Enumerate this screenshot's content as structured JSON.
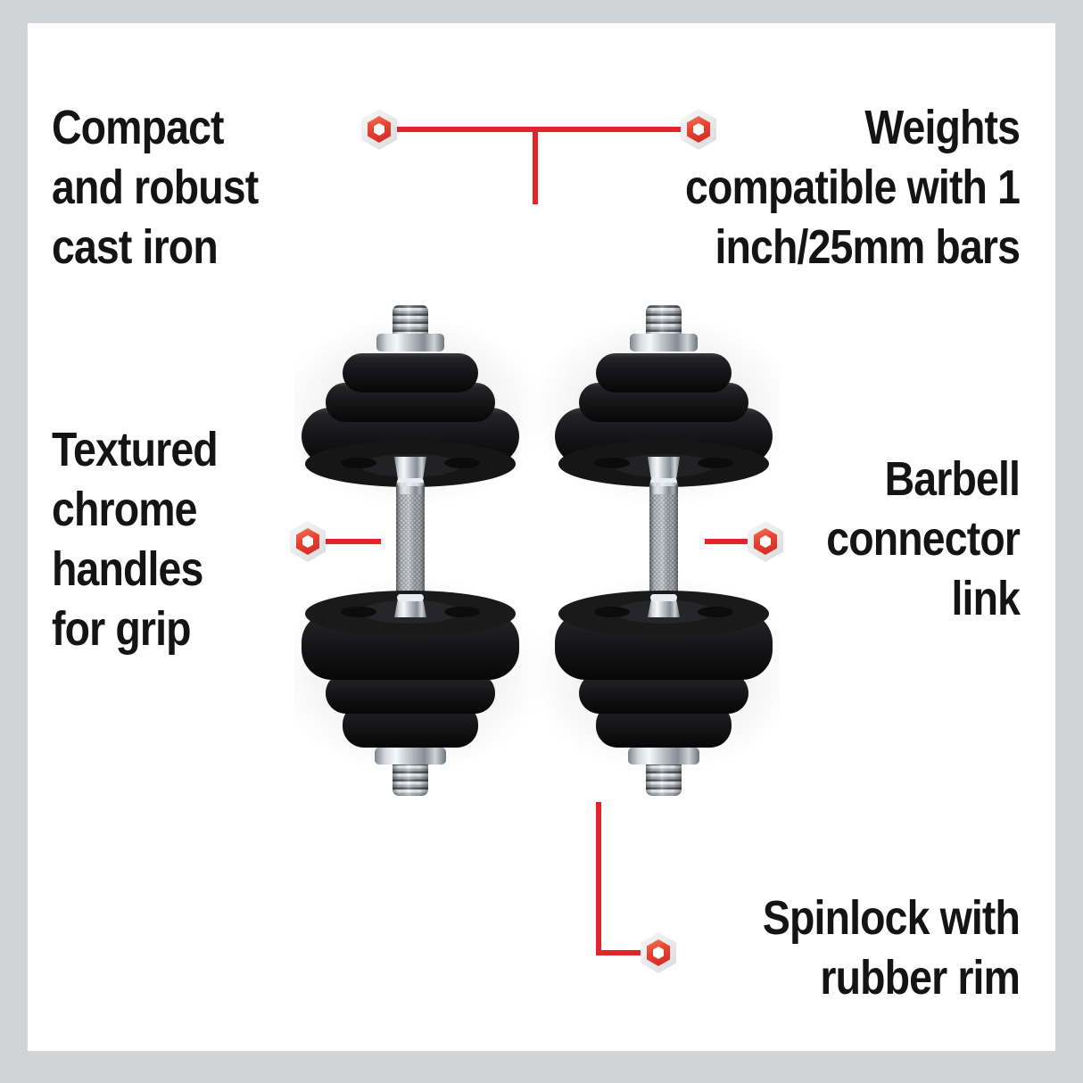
{
  "palette": {
    "outer-bg": "#d2d3d5",
    "card-bg": "#ffffff",
    "accent": "#e3242b",
    "text": "#141414"
  },
  "callouts": {
    "cast_iron": {
      "text": "Compact\nand robust\ncast iron"
    },
    "weights": {
      "text": "Weights\ncompatible with 1\ninch/25mm bars"
    },
    "handles": {
      "text": "Textured\nchrome\nhandles\nfor grip"
    },
    "connector": {
      "text": "Barbell\nconnector\nlink"
    },
    "spinlock": {
      "text": "Spinlock with\nrubber rim"
    }
  },
  "markers": [
    {
      "name": "cast-iron-marker"
    },
    {
      "name": "weights-marker"
    },
    {
      "name": "handles-marker"
    },
    {
      "name": "connector-marker"
    },
    {
      "name": "spinlock-marker"
    }
  ],
  "product": {
    "items": "two cast iron spinlock dumbbells, standing vertically",
    "plate_finish": "matte black cast iron",
    "handle_finish": "knurled chrome"
  }
}
